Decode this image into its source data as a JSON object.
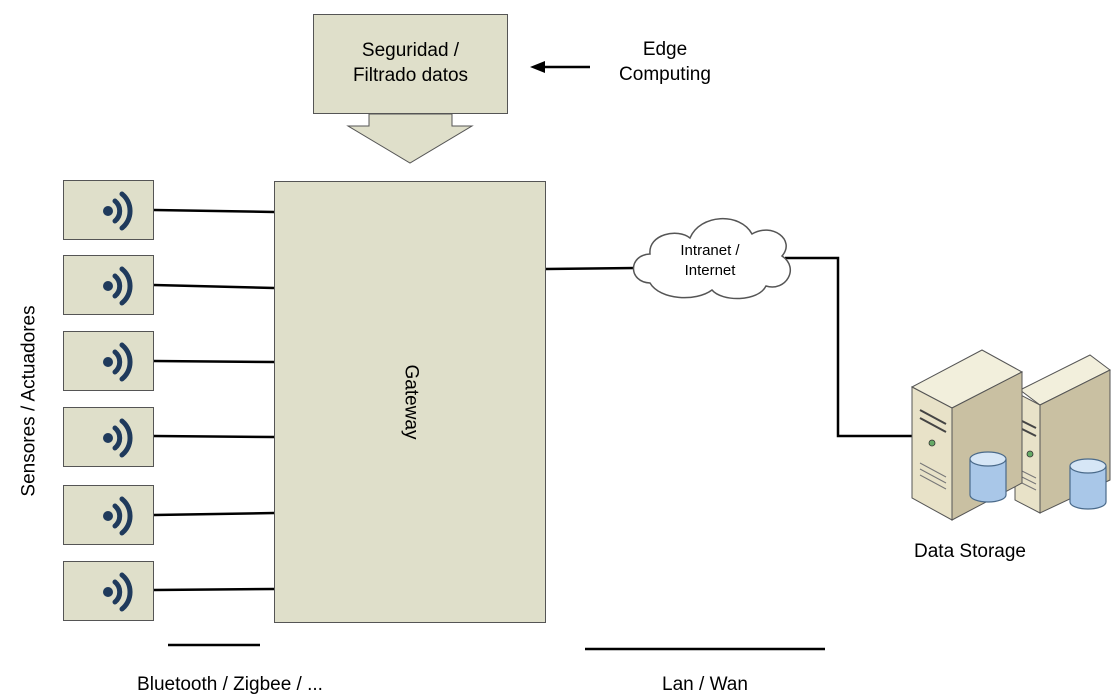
{
  "edge_processing": {
    "box_line1": "Seguridad /",
    "box_line2": "Filtrado datos",
    "pointer_line1": "Edge",
    "pointer_line2": "Computing"
  },
  "gateway": {
    "label": "Gateway"
  },
  "sensors": {
    "group_label": "Sensores / Actuadores",
    "icon": "wireless-signal-icon",
    "count": 6
  },
  "network": {
    "cloud_line1": "Intranet /",
    "cloud_line2": "Internet"
  },
  "storage": {
    "label": "Data Storage",
    "icon": "server-database-icon"
  },
  "legend": {
    "local_link": "Bluetooth / Zigbee / ...",
    "wide_link": "Lan / Wan"
  },
  "colors": {
    "box_fill": "#dfdfca",
    "signal_icon": "#1f3a5c",
    "line": "#000000"
  }
}
